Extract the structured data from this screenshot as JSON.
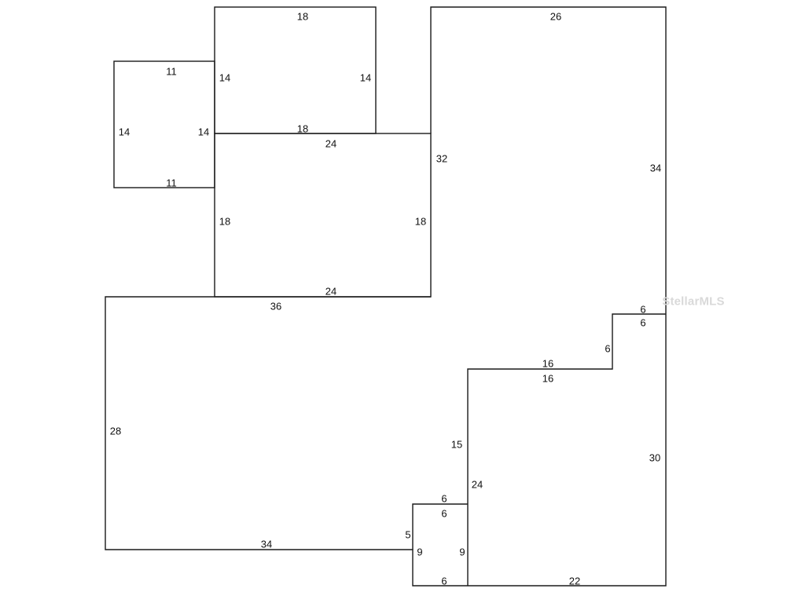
{
  "diagram": {
    "type": "floor-plan-sketch",
    "line_color": "#1a1a1a",
    "background": "#ffffff",
    "watermark": {
      "text": "StellarMLS",
      "color": "#d9d9d9"
    },
    "labels": {
      "top_left_room_top": "18",
      "top_right_wing_top": "26",
      "small_room_top": "11",
      "top_left_room_left": "14",
      "top_left_room_right": "14",
      "small_room_left": "14",
      "small_room_right": "14",
      "top_left_room_bottom": "18",
      "middle_room_top": "24",
      "middle_room_right_outer": "32",
      "right_wing_right": "34",
      "small_room_bottom": "11",
      "middle_room_left": "18",
      "middle_room_right": "18",
      "middle_room_bottom": "24",
      "main_top": "36",
      "step_top": "6",
      "step_top_inner": "6",
      "step_vertical": "6",
      "inner_room_top_outer": "16",
      "inner_room_top_inner": "16",
      "main_left": "28",
      "inner_room_left_outer": "15",
      "inner_room_right": "30",
      "inner_room_left_inner": "24",
      "notch_top_outer": "6",
      "notch_top_inner": "6",
      "notch_short_left": "5",
      "main_bottom": "34",
      "notch_left": "9",
      "notch_right": "9",
      "notch_bottom": "6",
      "inner_room_bottom": "22"
    }
  }
}
